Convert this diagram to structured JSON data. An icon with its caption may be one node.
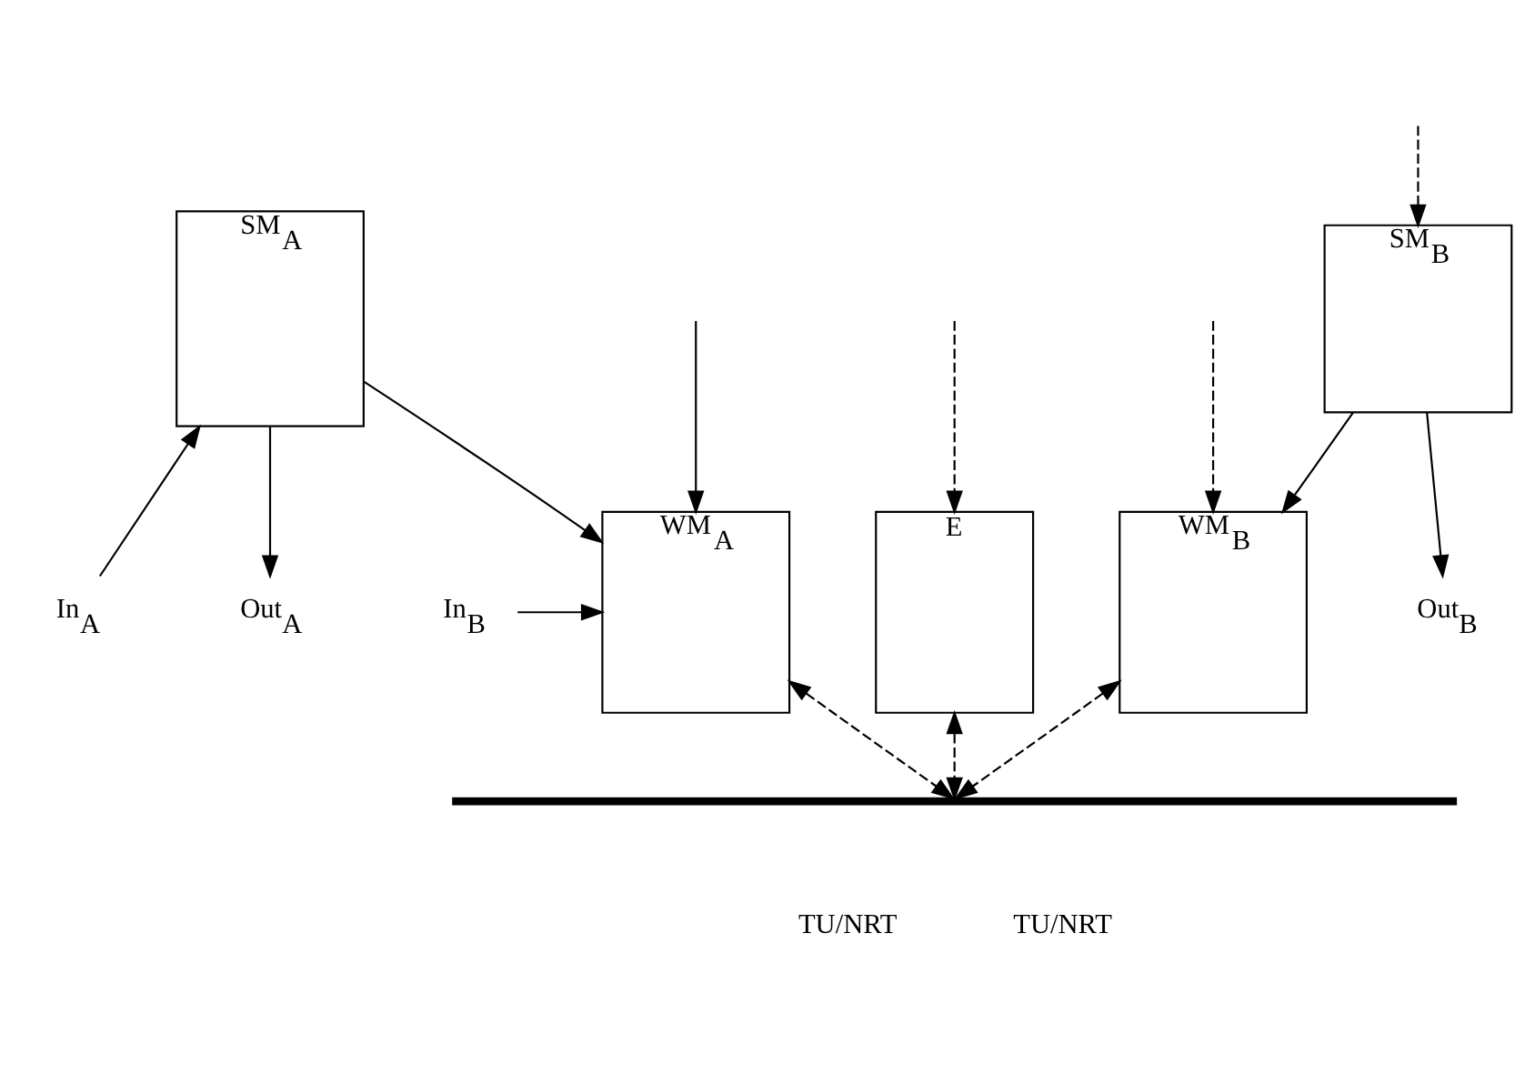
{
  "diagram": {
    "nodes": [
      {
        "text": [
          "SM$_{A}$"
        ]
      },
      {
        "text": [
          "SM$_{B}$"
        ]
      },
      {
        "text": [
          "E"
        ]
      },
      {
        "text": [
          "WM$_{B}$"
        ]
      },
      {
        "text": [
          "WM$_{A}$"
        ]
      },
      {
        "text": [],
        "shape": "bar"
      },
      {
        "text": [
          "Out$_{A}$"
        ]
      },
      {
        "text": [
          "Out$_{B}$"
        ]
      },
      {
        "text": [
          "In$_{A}$"
        ]
      },
      {
        "text": [
          "In$_{B}$"
        ]
      }
    ],
    "edges": [
      {
        "from": 8,
        "to": 0,
        "arrow": "to"
      },
      {
        "from": 0,
        "to": 6,
        "arrow": "to"
      },
      {
        "from": 1,
        "to": 7,
        "arrow": "to"
      },
      {
        "from": null,
        "to": 1,
        "arrow": "to",
        "style": "dashed"
      },
      {
        "from": 1,
        "to": 3,
        "arrow": "to"
      },
      {
        "from": 0,
        "to": 4,
        "arrow": "to"
      },
      {
        "from": null,
        "to": 2,
        "arrow": "to",
        "style": "dashed"
      },
      {
        "from": null,
        "to": 3,
        "arrow": "to",
        "style": "dashed"
      },
      {
        "from": null,
        "to": 4,
        "arrow": "to"
      },
      {
        "from": 9,
        "to": 4,
        "arrow": "to"
      },
      {
        "from": 2,
        "to": 5,
        "arrow": "both",
        "style": "dashed"
      },
      {
        "from": 3,
        "to": 5,
        "arrow": "both",
        "style": "dashed"
      },
      {
        "from": 4,
        "to": 5,
        "arrow": "both",
        "style": "dashed"
      }
    ],
    "labels": [
      "TU/NRT",
      "TU/NRT"
    ]
  }
}
